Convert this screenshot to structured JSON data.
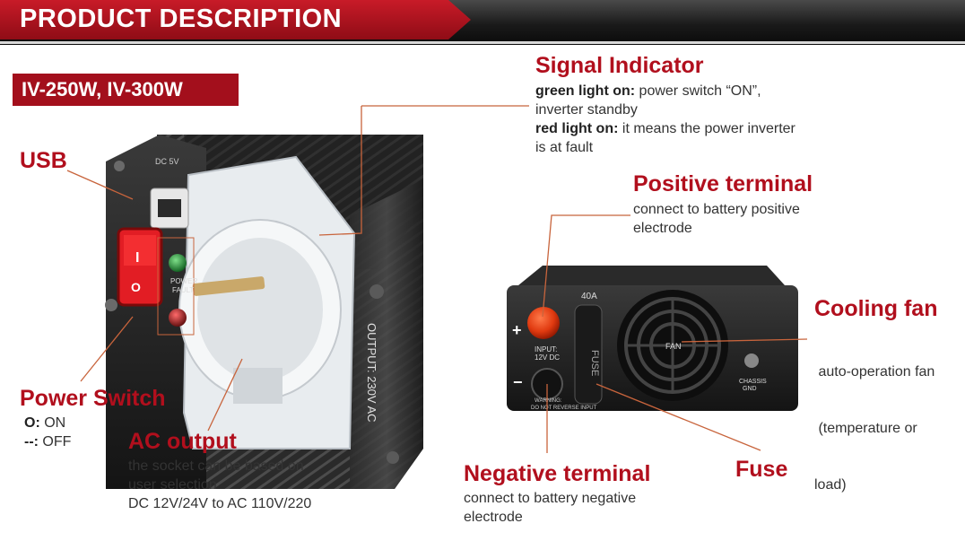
{
  "header": {
    "title": "PRODUCT DESCRIPTION"
  },
  "model_badge": "IV-250W, IV-300W",
  "device_markings": {
    "usb_label": "DC 5V",
    "power_fault": [
      "POWER",
      "FAULT"
    ],
    "output_label": "OUTPUT: 230V AC",
    "fuse_rating": "40A",
    "fuse_label": "FUSE",
    "input_label": [
      "INPUT:",
      "12V DC"
    ],
    "warning_label": [
      "WARNING:",
      "DO NOT REVERSE INPUT"
    ],
    "fan_label": "FAN",
    "chassis_label": [
      "CHASSIS",
      "GND"
    ],
    "plus": "+",
    "minus": "−",
    "switch_on": "I",
    "switch_off": "O"
  },
  "callouts": {
    "usb": {
      "title": "USB"
    },
    "power_switch": {
      "title": "Power Switch",
      "items": [
        {
          "key": "O:",
          "value": " ON"
        },
        {
          "key": "--:",
          "value": " OFF"
        }
      ]
    },
    "ac_output": {
      "title": "AC output",
      "lines": [
        "the socket can be based on",
        "user selection",
        "DC 12V/24V to AC 110V/220"
      ]
    },
    "signal_indicator": {
      "title": "Signal Indicator",
      "green_key": "green light on:",
      "green_text": " power switch “ON”,",
      "green_text2": "inverter standby",
      "red_key": "red light on:",
      "red_text": " it means the power inverter",
      "red_text2": "is at fault"
    },
    "positive_terminal": {
      "title": "Positive terminal",
      "lines": [
        "connect to battery positive",
        "electrode"
      ]
    },
    "cooling_fan": {
      "title": "Cooling fan",
      "lines": [
        " auto-operation fan",
        " (temperature or",
        "load)"
      ]
    },
    "fuse": {
      "title": "Fuse"
    },
    "negative_terminal": {
      "title": "Negative terminal",
      "lines": [
        "connect to battery negative",
        "electrode"
      ]
    }
  },
  "colors": {
    "accent_red": "#b10f1d",
    "banner_red": "#a30f1c",
    "leader_line": "#c8643c"
  }
}
